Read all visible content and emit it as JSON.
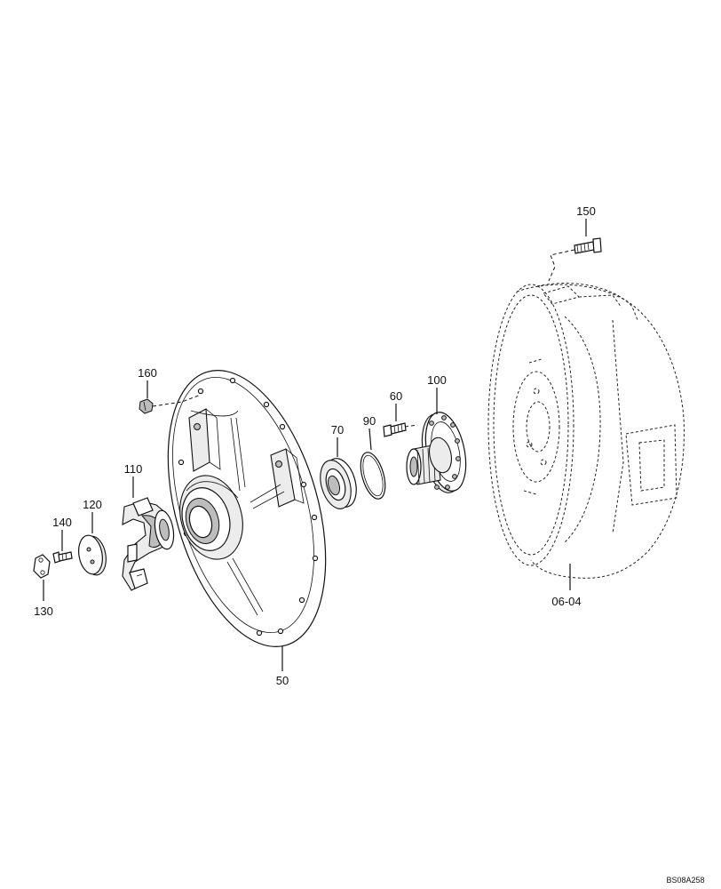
{
  "callouts": {
    "p150": "150",
    "p160": "160",
    "p100": "100",
    "p60": "60",
    "p90": "90",
    "p70": "70",
    "p110": "110",
    "p120": "120",
    "p140": "140",
    "p130": "130",
    "p50": "50",
    "p0604": "06-04"
  },
  "drawing_code": "BS08A258"
}
